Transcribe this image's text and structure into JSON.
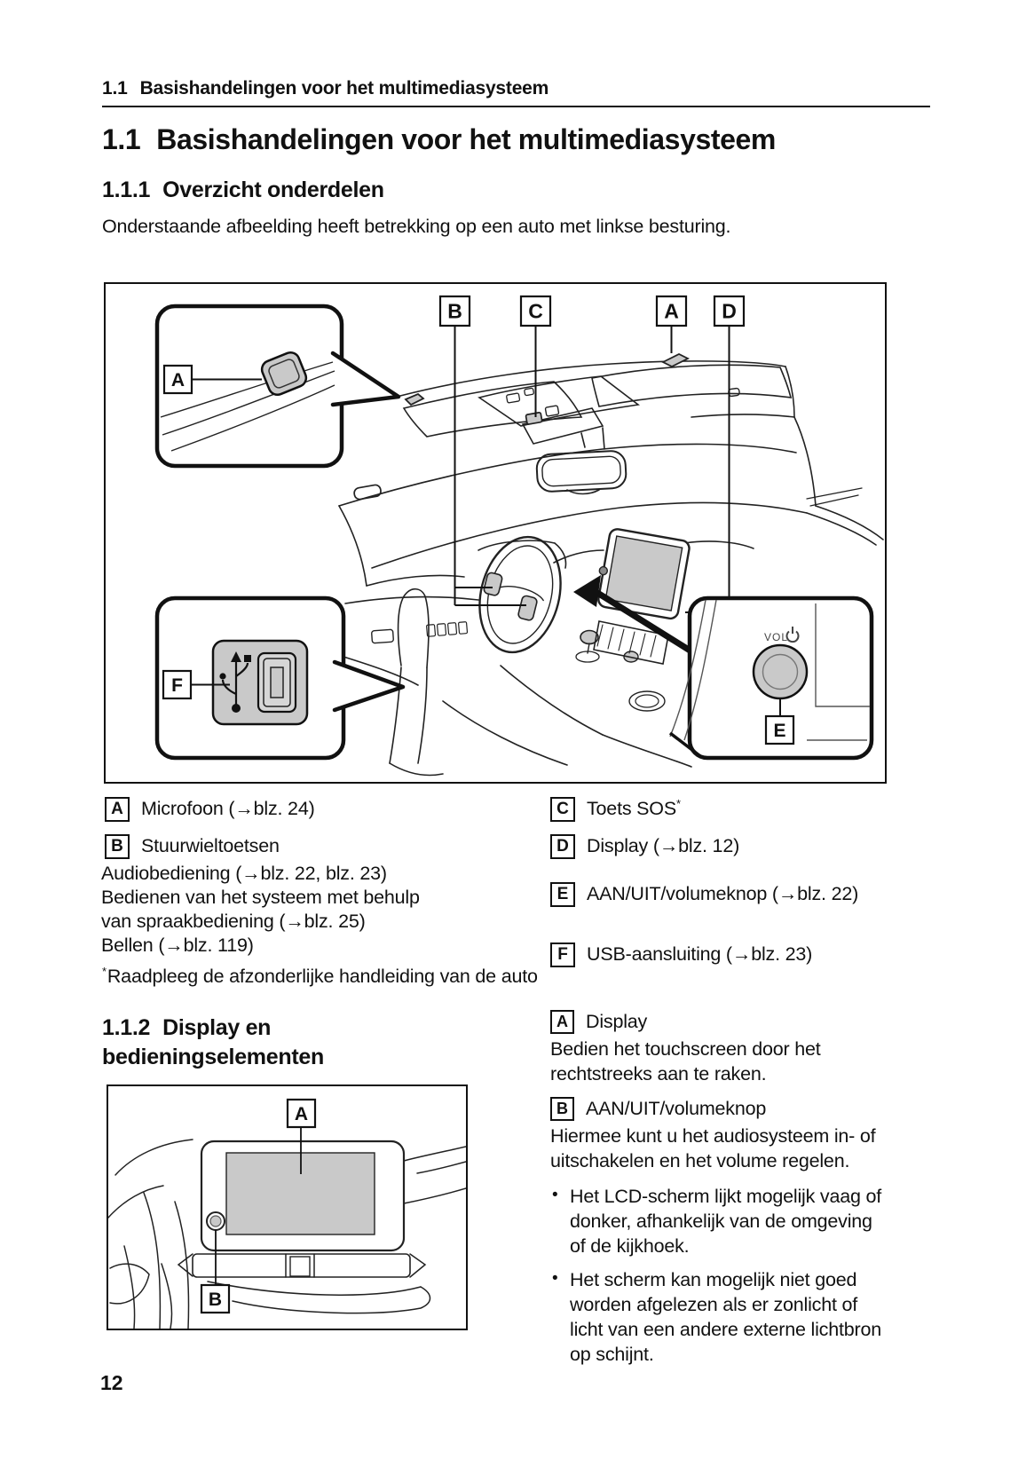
{
  "header": {
    "number": "1.1",
    "title": "Basishandelingen voor het multimediasysteem"
  },
  "section_title": {
    "number": "1.1",
    "title": "Basishandelingen voor het multimediasysteem"
  },
  "subsection1": {
    "number": "1.1.1",
    "title": "Overzicht onderdelen",
    "intro": "Onderstaande afbeelding heeft betrekking op een auto met linkse besturing."
  },
  "figure1": {
    "callout_b": "B",
    "callout_c": "C",
    "callout_a_top": "A",
    "callout_d": "D",
    "callout_a_inset": "A",
    "callout_f": "F",
    "callout_e": "E",
    "vol_label": "VOL"
  },
  "legend": {
    "items_left": [
      {
        "key": "A",
        "text": "Microfoon (→blz. 24)"
      },
      {
        "key": "B",
        "text": "Stuurwieltoetsen",
        "lines": [
          "Audiobediening (→blz. 22, blz. 23)",
          "Bedienen van het systeem met behulp",
          "van spraakbediening (→blz. 25)",
          "Bellen (→blz. 119)"
        ]
      }
    ],
    "items_right": [
      {
        "key": "C",
        "text": "Toets SOS",
        "sup": "*"
      },
      {
        "key": "D",
        "text": "Display (→blz. 12)"
      },
      {
        "key": "E",
        "text": "AAN/UIT/volumeknop (→blz. 22)"
      },
      {
        "key": "F",
        "text": "USB-aansluiting (→blz. 23)"
      }
    ]
  },
  "footnote": {
    "marker": "*",
    "text": "Raadpleeg de afzonderlijke handleiding van de auto"
  },
  "subsection2": {
    "number": "1.1.2",
    "title_line1": "Display en",
    "title_line2": "bedieningselementen"
  },
  "figure2": {
    "callout_a": "A",
    "callout_b": "B"
  },
  "display_section": {
    "controls": [
      {
        "key": "A",
        "title": "Display",
        "lines": [
          "Bedien het touchscreen door het",
          "rechtstreeks aan te raken."
        ]
      },
      {
        "key": "B",
        "title": "AAN/UIT/volumeknop",
        "lines": [
          "Hiermee kunt u het audiosysteem in- of",
          "uitschakelen en het volume regelen."
        ]
      }
    ],
    "notes": [
      {
        "bullet": "•",
        "lines": [
          "Het LCD-scherm lijkt mogelijk vaag of",
          "donker, afhankelijk van de omgeving",
          "of de kijkhoek."
        ]
      },
      {
        "bullet": "•",
        "lines": [
          "Het scherm kan mogelijk niet goed",
          "worden afgelezen als er zonlicht of",
          "licht van een andere externe lichtbron",
          "op schijnt."
        ]
      }
    ]
  },
  "page": {
    "number": "12"
  }
}
